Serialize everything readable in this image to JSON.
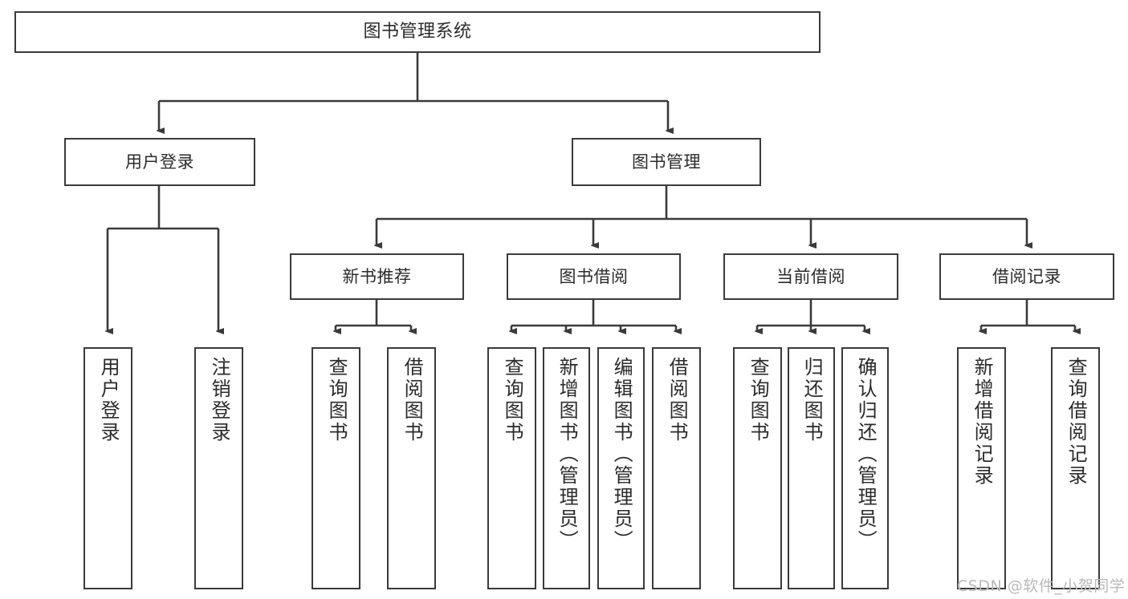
{
  "diagram": {
    "type": "tree-hierarchy-chart",
    "title": "图书管理系统",
    "orientation": "top-down",
    "colors": {
      "box_border": "#3a3a3a",
      "box_fill": "#ffffff",
      "connector": "#3a3a3a",
      "text": "#2b2b2b",
      "background": "#ffffff",
      "watermark": "#b9b9b9"
    },
    "nodes": {
      "root": {
        "label": "图书管理系统",
        "level": 0
      },
      "level1": [
        {
          "id": "user-login",
          "label": "用户登录"
        },
        {
          "id": "book-management",
          "label": "图书管理"
        }
      ],
      "level2": [
        {
          "id": "new-book-recommend",
          "label": "新书推荐",
          "parent": "book-management"
        },
        {
          "id": "book-borrow",
          "label": "图书借阅",
          "parent": "book-management"
        },
        {
          "id": "current-borrow",
          "label": "当前借阅",
          "parent": "book-management"
        },
        {
          "id": "borrow-record",
          "label": "借阅记录",
          "parent": "book-management"
        }
      ],
      "leaves": [
        {
          "id": "leaf-user-login",
          "label": "用户登录",
          "parent": "user-login"
        },
        {
          "id": "leaf-logout-login",
          "label": "注销登录",
          "parent": "user-login"
        },
        {
          "id": "leaf-query-book-1",
          "label": "查询图书",
          "parent": "new-book-recommend"
        },
        {
          "id": "leaf-borrow-book-1",
          "label": "借阅图书",
          "parent": "new-book-recommend"
        },
        {
          "id": "leaf-query-book-2",
          "label": "查询图书",
          "parent": "book-borrow"
        },
        {
          "id": "leaf-add-book",
          "label": "新增图书（管理员）",
          "parent": "book-borrow"
        },
        {
          "id": "leaf-edit-book",
          "label": "编辑图书（管理员）",
          "parent": "book-borrow"
        },
        {
          "id": "leaf-borrow-book-2",
          "label": "借阅图书",
          "parent": "book-borrow"
        },
        {
          "id": "leaf-query-book-3",
          "label": "查询图书",
          "parent": "current-borrow"
        },
        {
          "id": "leaf-return-book",
          "label": "归还图书",
          "parent": "current-borrow"
        },
        {
          "id": "leaf-confirm-return",
          "label": "确认归还（管理员）",
          "parent": "current-borrow"
        },
        {
          "id": "leaf-add-record",
          "label": "新增借阅记录",
          "parent": "borrow-record"
        },
        {
          "id": "leaf-query-record",
          "label": "查询借阅记录",
          "parent": "borrow-record"
        }
      ]
    },
    "watermark": "CSDN @软件_小贺同学"
  }
}
